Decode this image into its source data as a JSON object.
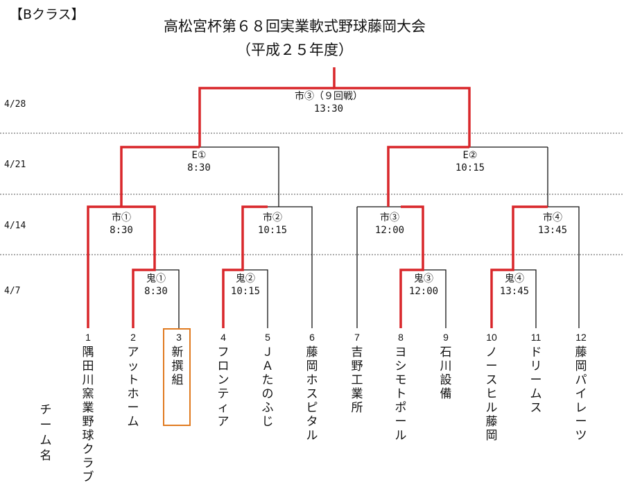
{
  "header": {
    "class_label": "【Bクラス】",
    "title": "高松宮杯第６８回実業軟式野球藤岡大会",
    "subtitle": "（平成２５年度）"
  },
  "dates": [
    "4/28",
    "4/21",
    "4/14",
    "4/7"
  ],
  "column_header": "チーム名",
  "matches": {
    "final": {
      "venue": "市③（９回戦）",
      "time": "13:30"
    },
    "e1": {
      "venue": "E①",
      "time": "8:30"
    },
    "e2": {
      "venue": "E②",
      "time": "10:15"
    },
    "c1": {
      "venue": "市①",
      "time": "8:30"
    },
    "c2": {
      "venue": "市②",
      "time": "10:15"
    },
    "c3": {
      "venue": "市③",
      "time": "12:00"
    },
    "c4": {
      "venue": "市④",
      "time": "13:45"
    },
    "o1": {
      "venue": "鬼①",
      "time": "8:30"
    },
    "o2": {
      "venue": "鬼②",
      "time": "10:15"
    },
    "o3": {
      "venue": "鬼③",
      "time": "12:00"
    },
    "o4": {
      "venue": "鬼④",
      "time": "13:45"
    }
  },
  "teams": [
    {
      "num": "1",
      "name": "隅田川窯業野球クラブ"
    },
    {
      "num": "2",
      "name": "アットホーム"
    },
    {
      "num": "3",
      "name": "新撰組"
    },
    {
      "num": "4",
      "name": "フロンティア"
    },
    {
      "num": "5",
      "name": "ＪＡたのふじ"
    },
    {
      "num": "6",
      "name": "藤岡ホスピタル"
    },
    {
      "num": "7",
      "name": "吉野工業所"
    },
    {
      "num": "8",
      "name": "ヨシモトポール"
    },
    {
      "num": "9",
      "name": "石川設備"
    },
    {
      "num": "10",
      "name": "ノースヒル藤岡"
    },
    {
      "num": "11",
      "name": "ドリームス"
    },
    {
      "num": "12",
      "name": "藤岡パイレーツ"
    }
  ],
  "highlighted_team": "3",
  "colors": {
    "advance_line": "#d9262a",
    "bracket_line": "#111111",
    "team_box": "#e07a1f",
    "separator": "#555555"
  }
}
